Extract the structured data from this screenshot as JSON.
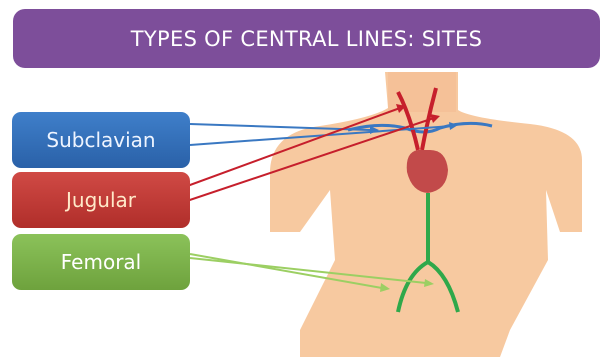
{
  "title": "TYPES OF CENTRAL LINES: SITES",
  "labels": {
    "subclavian": "Subclavian",
    "jugular": "Jugular",
    "femoral": "Femoral"
  },
  "colors": {
    "banner": "#7d4e9a",
    "subclavian": "#2f6fbf",
    "jugular": "#c0393b",
    "femoral": "#7ab648",
    "body": "#f7c9a0",
    "heart": "#c24a4a",
    "vein_green": "#2fa84a"
  }
}
